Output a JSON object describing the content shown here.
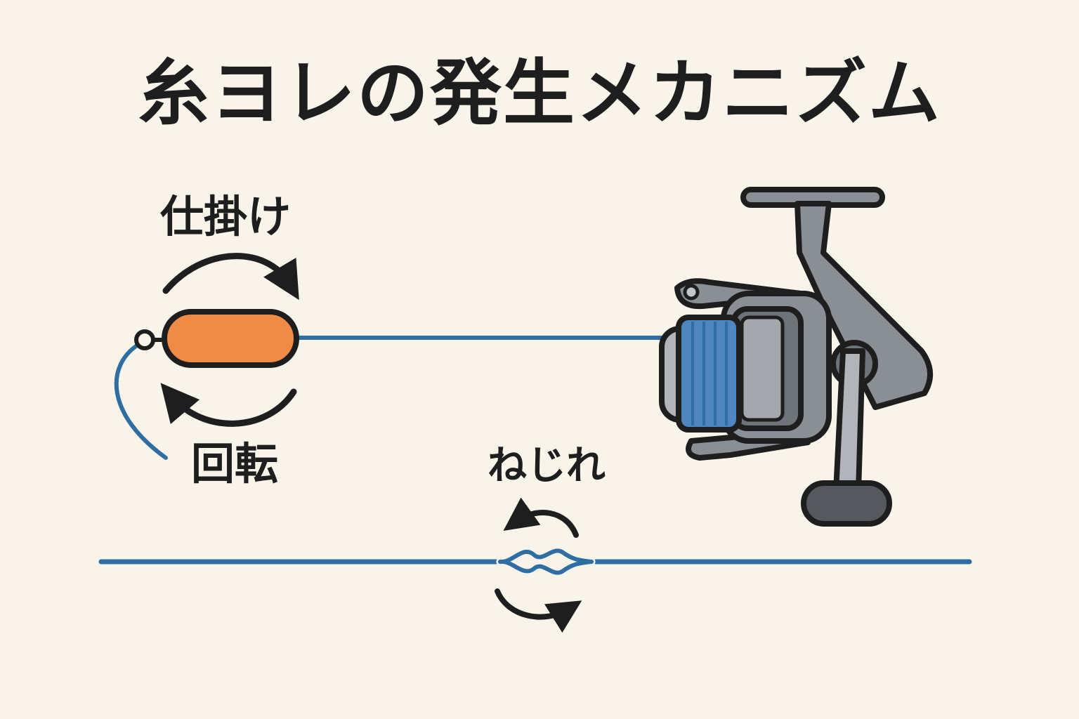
{
  "title": "糸ヨレの発生メカニズム",
  "labels": {
    "rig": "仕掛け",
    "rotation": "回転",
    "twist": "ねじれ"
  },
  "colors": {
    "background": "#f9f4e9",
    "line": "#2f6ea3",
    "sinker": "#ef8b45",
    "outline": "#1e1e1e",
    "reel_body": "#8a8f95",
    "reel_dark": "#5b6066"
  },
  "icons": [
    "sinker-icon",
    "spinning-reel-icon",
    "curved-arrow-icon",
    "line-twist-icon"
  ]
}
